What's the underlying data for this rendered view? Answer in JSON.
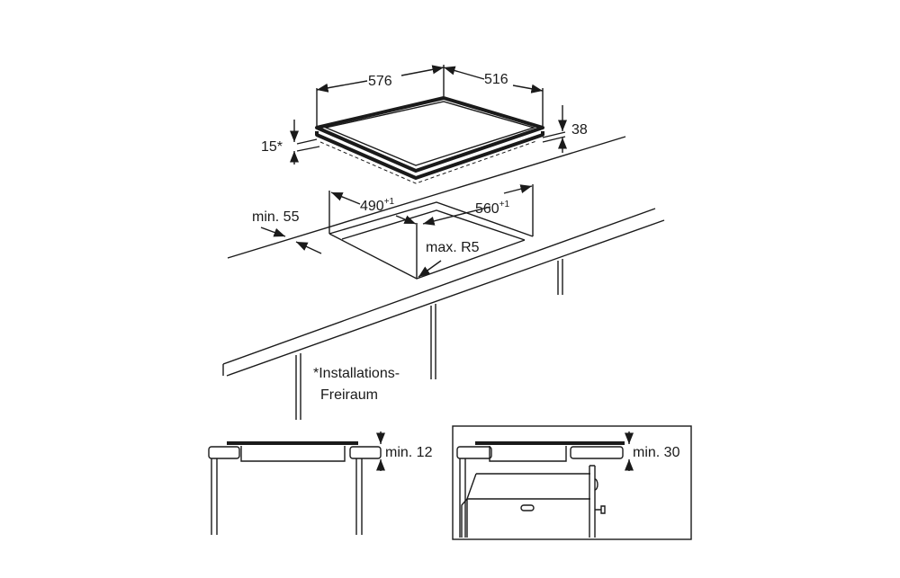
{
  "hob_dimensions": {
    "width": "576",
    "depth": "516",
    "height": "38",
    "clearance": "15*"
  },
  "cutout": {
    "width": "490",
    "width_tol": "+1",
    "depth": "560",
    "depth_tol": "+1",
    "edge_distance": "min. 55",
    "radius": "max. R5"
  },
  "note": {
    "line1": "*Installations-",
    "line2": "Freiraum"
  },
  "detail_left": {
    "gap": "min. 12"
  },
  "detail_right": {
    "gap": "min. 30"
  }
}
